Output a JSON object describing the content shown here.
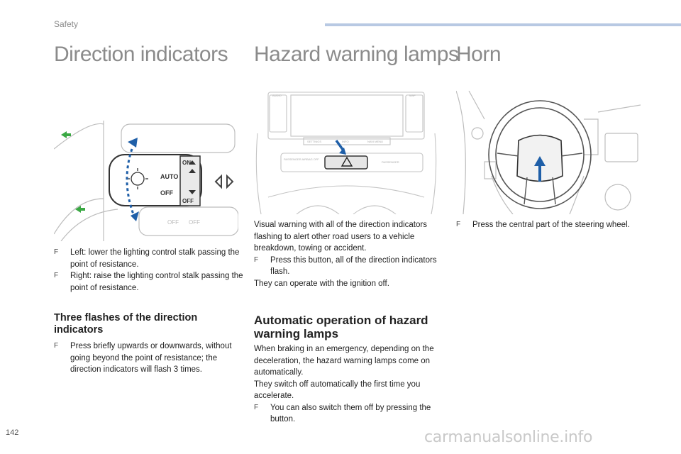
{
  "header": {
    "section": "Safety"
  },
  "col1": {
    "title": "Direction indicators",
    "bullets": [
      "Left: lower the lighting control stalk passing the point of resistance.",
      "Right: raise the lighting control stalk passing the point of resistance."
    ],
    "subheading": "Three flashes of the direction indicators",
    "sub_bullets": [
      "Press briefly upwards or downwards, without going beyond the point of resistance; the direction indicators will flash 3 times."
    ],
    "figure_labels": [
      "ON",
      "AUTO",
      "OFF",
      "OFF",
      "OFF",
      "OFF"
    ]
  },
  "col2": {
    "title": "Hazard warning lamps",
    "intro": "Visual warning with all of the direction indicators flashing to alert other road users to a vehicle breakdown, towing or accident.",
    "bullets": [
      "Press this button, all of the direction indicators flash."
    ],
    "note": "They can operate with the ignition off.",
    "subheading": "Automatic operation of hazard warning lamps",
    "para1": "When braking in an emergency, depending on the deceleration, the hazard warning lamps come on automatically.",
    "para2": "They switch off automatically the first time you accelerate.",
    "sub_bullets": [
      "You can also switch them off by pressing the button."
    ],
    "figure_labels": {
      "audio": "AUDIO",
      "map": "MAP",
      "passenger_left": "PASSENGER AIRBAG OFF",
      "passenger_right": "PASSENGER",
      "bottom_buttons": [
        "SETTINGS",
        "INFO",
        "NAVI MENU"
      ]
    }
  },
  "col3": {
    "title": "Horn",
    "bullets": [
      "Press the central part of the steering wheel."
    ]
  },
  "bullet_glyph": "F",
  "footer": {
    "page": "142",
    "watermark": "carmanualsonline.info"
  },
  "colors": {
    "arrow_green": "#3aa843",
    "arrow_blue": "#1f5fa8",
    "section_bar": "#b8c9e3"
  }
}
